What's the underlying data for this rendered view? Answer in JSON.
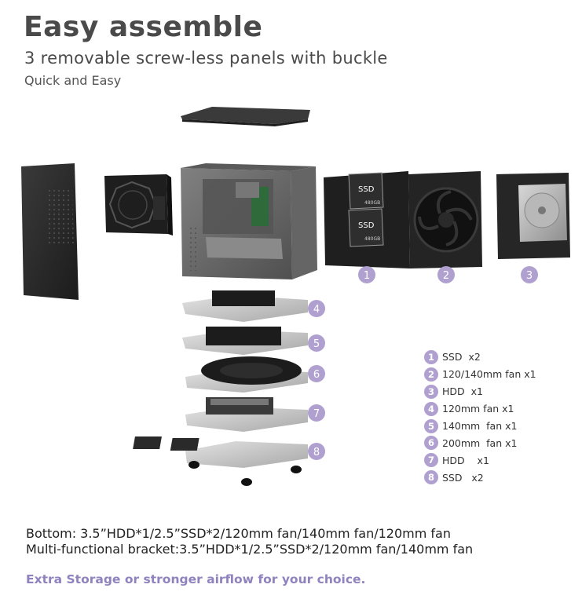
{
  "header": {
    "title": "Easy assemble",
    "subtitle": "3 removable screw-less panels with buckle",
    "tagline": "Quick and Easy"
  },
  "art_labels": {
    "ssd_label": "SSD",
    "ssd_capacity": "480GB",
    "badges": [
      "1",
      "2",
      "3",
      "4",
      "5",
      "6",
      "7",
      "8"
    ]
  },
  "legend": [
    {
      "num": "1",
      "text": "SSD  x2"
    },
    {
      "num": "2",
      "text": "120/140mm fan x1"
    },
    {
      "num": "3",
      "text": "HDD  x1"
    },
    {
      "num": "4",
      "text": "120mm fan x1"
    },
    {
      "num": "5",
      "text": "140mm  fan x1"
    },
    {
      "num": "6",
      "text": "200mm  fan x1"
    },
    {
      "num": "7",
      "text": "HDD    x1"
    },
    {
      "num": "8",
      "text": "SSD   x2"
    }
  ],
  "specs": {
    "bottom": "Bottom: 3.5”HDD*1/2.5”SSD*2/120mm fan/140mm fan/120mm fan",
    "bracket": "Multi-functional bracket:3.5”HDD*1/2.5”SSD*2/120mm fan/140mm fan"
  },
  "footer": {
    "choice": "Extra Storage or stronger airflow for your choice."
  },
  "colors": {
    "title": "#4a4a4a",
    "badge": "#b0a0d0",
    "accent_text": "#8f82be",
    "panel_dark": "#2a2a2a",
    "tray_silver": "#c8c8c8"
  }
}
